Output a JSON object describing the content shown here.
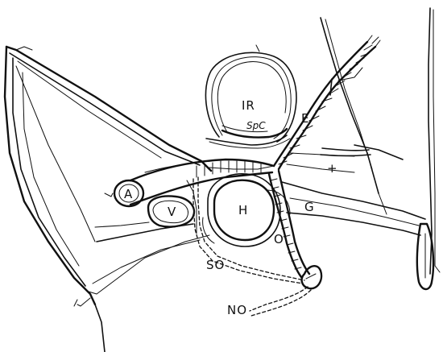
{
  "labels": {
    "IR": "IR",
    "SpC": "SpC",
    "E": "E",
    "X": "+",
    "A": "A",
    "V": "V",
    "H": "H",
    "G": "G",
    "O": "O",
    "SO": "SO",
    "NO": "NO"
  }
}
